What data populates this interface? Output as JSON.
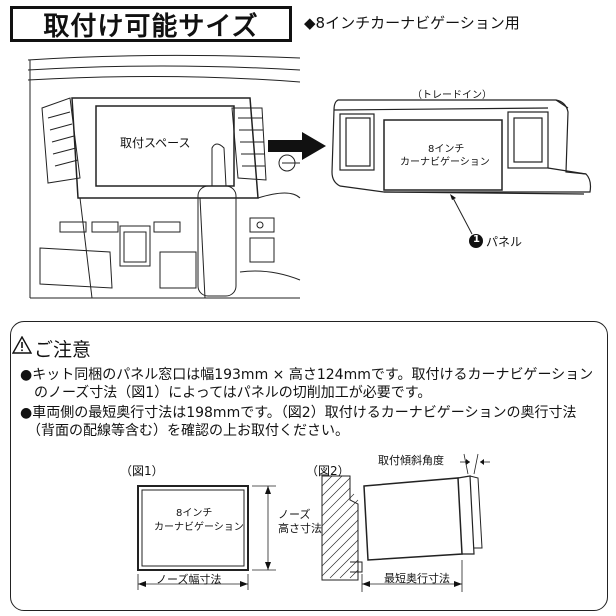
{
  "header": {
    "title": "取付け可能サイズ",
    "subtitle": "◆8インチカーナビゲーション用"
  },
  "illustration": {
    "mount_space_label": "取付スペース",
    "trade_in_label": "（トレードイン）",
    "navi_label_line1": "8インチ",
    "navi_label_line2": "カーナビゲーション",
    "panel_number": "1",
    "panel_label": "パネル"
  },
  "notice": {
    "title": "ご注意",
    "lines": [
      "●キット同梱のパネル窓口は幅193mm × 高さ124mmです。取付けるカーナビゲーション",
      "　のノーズ寸法（図1）によってはパネルの切削加工が必要です。",
      "●車両側の最短奥行寸法は198mmです。（図2）取付けるカーナビゲーションの奥行寸法",
      "　（背面の配線等含む）を確認の上お取付ください。"
    ]
  },
  "figure1": {
    "caption": "（図1）",
    "navi_line1": "8インチ",
    "navi_line2": "カーナビゲーション",
    "nose_height_line1": "ノーズ",
    "nose_height_line2": "高さ寸法",
    "nose_width": "ノーズ幅寸法"
  },
  "figure2": {
    "caption": "（図2）",
    "tilt_angle": "取付傾斜角度",
    "min_depth": "最短奥行寸法"
  }
}
